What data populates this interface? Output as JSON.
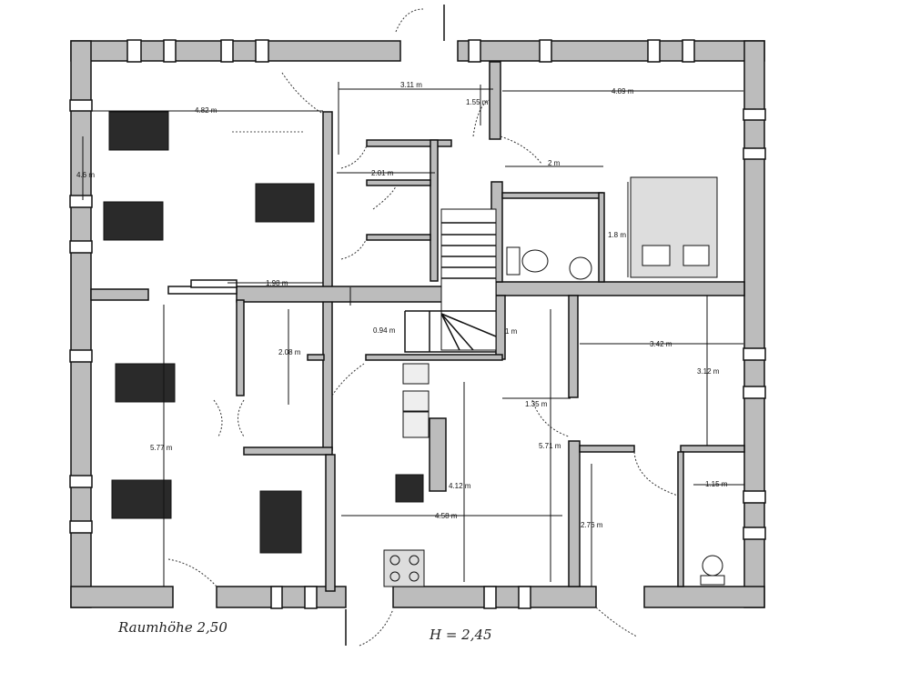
{
  "dimensions": {
    "living_width": "4.82 m",
    "living_window_gap": "4.6 m",
    "hall_width": "3.11 m",
    "hall_depth": "1.55 m",
    "bedroom_width": "4.89 m",
    "closet_width": "2.01 m",
    "bath_width": "2 m",
    "bath_depth": "1.8 m",
    "wall_segment": "1.98 m",
    "stair_landing": "0.94 m",
    "corridor_depth": "1 m",
    "small_room_depth": "2.08 m",
    "room_east_width": "3.42 m",
    "room_east_depth": "3.12 m",
    "pantry_width": "1.35 m",
    "dining_length": "5.77 m",
    "kitchen_length": "5.71 m",
    "kitchen_counter": "4.12 m",
    "kitchen_width": "4.58 m",
    "wc_depth": "2.76 m",
    "wc_width": "1.15 m"
  },
  "notes": {
    "ceiling_height_left": "Raumhöhe 2,50",
    "ceiling_height_right": "H = 2,45"
  }
}
